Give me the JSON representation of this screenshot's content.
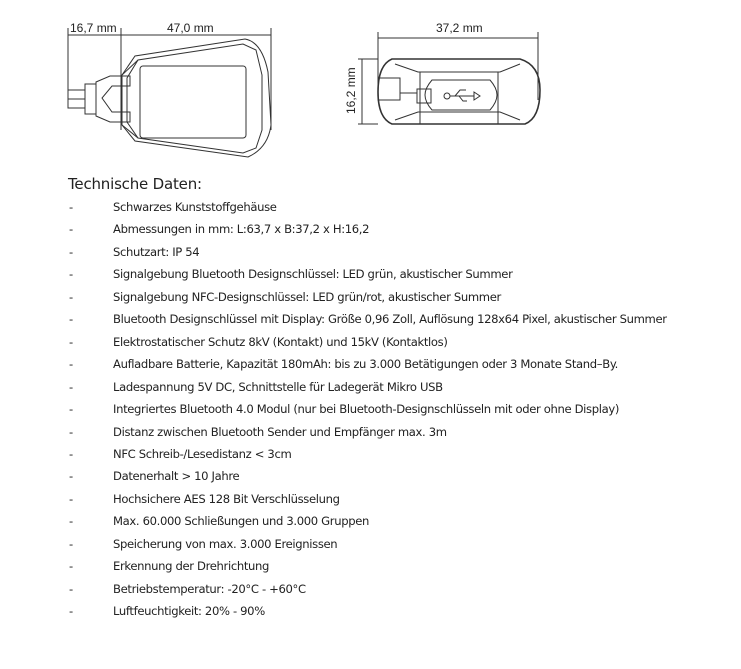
{
  "drawings": {
    "side_view": {
      "dim_left": "16,7 mm",
      "dim_main": "47,0 mm"
    },
    "front_view": {
      "dim_width": "37,2 mm",
      "dim_height": "16,2 mm",
      "icon": "usb-icon"
    }
  },
  "heading": "Technische Daten:",
  "bullet": "-",
  "items": [
    "Schwarzes Kunststoffgehäuse",
    "Abmessungen in mm: L:63,7 x B:37,2 x H:16,2",
    "Schutzart: IP 54",
    "Signalgebung Bluetooth Designschlüssel: LED grün, akustischer Summer",
    "Signalgebung NFC-Designschlüssel: LED grün/rot, akustischer Summer",
    "Bluetooth Designschlüssel mit Display: Größe  0,96 Zoll, Auflösung 128x64 Pixel, akustischer Summer",
    "Elektrostatischer Schutz 8kV (Kontakt) und 15kV (Kontaktlos)",
    "Aufladbare Batterie, Kapazität 180mAh: bis zu 3.000 Betätigungen oder 3 Monate Stand–By.",
    "Ladespannung 5V DC, Schnittstelle für Ladegerät Mikro USB",
    "Integriertes Bluetooth 4.0 Modul (nur bei Bluetooth-Designschlüsseln mit oder ohne Display)",
    "Distanz zwischen Bluetooth Sender und Empfänger max. 3m",
    "NFC Schreib-/Lesedistanz < 3cm",
    "Datenerhalt > 10 Jahre",
    "Hochsichere AES 128 Bit Verschlüsselung",
    "Max. 60.000 Schließungen und 3.000 Gruppen",
    "Speicherung von max. 3.000 Ereignissen",
    "Erkennung der Drehrichtung",
    "Betriebstemperatur: -20°C - +60°C",
    "Luftfeuchtigkeit: 20% - 90%"
  ]
}
